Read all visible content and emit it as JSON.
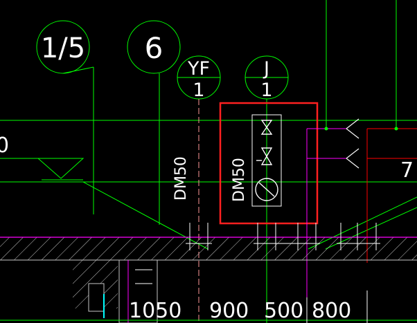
{
  "drawing": {
    "grid_axes": [
      {
        "label": "1/5"
      },
      {
        "label": "6"
      }
    ],
    "pipe_tags": [
      {
        "top": "YF",
        "bottom": "1"
      },
      {
        "top": "J",
        "bottom": "1"
      }
    ],
    "pipe_sizes": [
      "DM50",
      "DM50"
    ],
    "edge_text_left": "0",
    "edge_text_right": "7",
    "dimensions": [
      "1050",
      "900",
      "500",
      "800"
    ],
    "colors": {
      "background": "#000000",
      "line_green": "#00ff00",
      "line_magenta": "#ff00ff",
      "line_red": "#ff0000",
      "highlight_box": "#ff2020",
      "text": "#ffffff",
      "hatch": "#c8c8c8"
    }
  }
}
